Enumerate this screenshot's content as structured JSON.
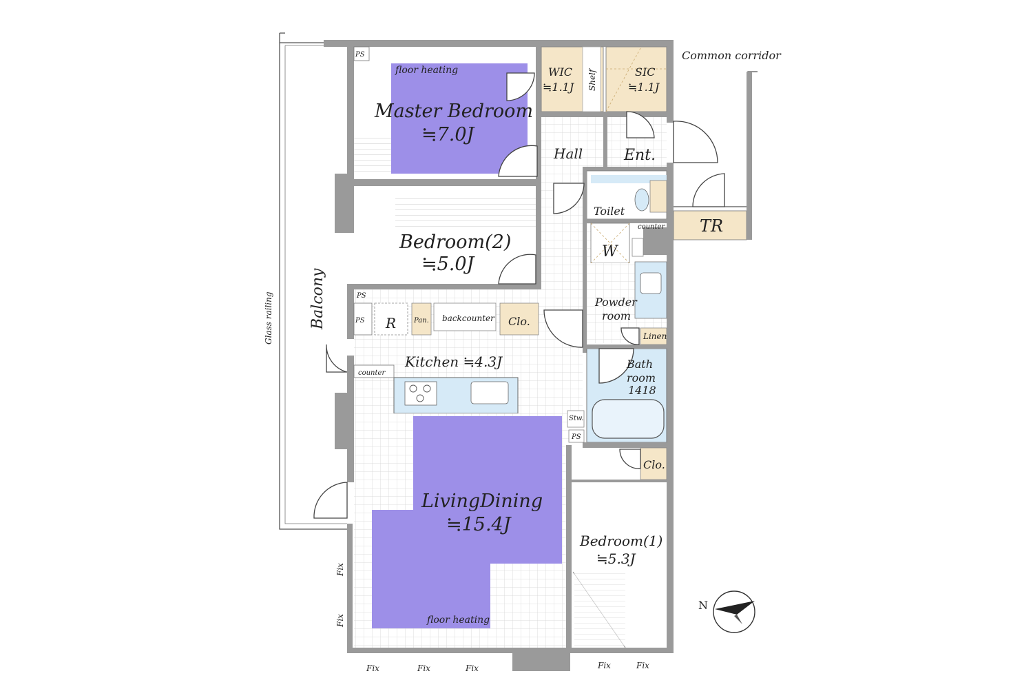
{
  "colors": {
    "highlight": "#9d8fe8",
    "wall": "#9a9a9a",
    "storage": "#f5e6c8",
    "wet_area": "#d6eaf7",
    "tile": "#dcdcdc",
    "outline": "#555555"
  },
  "labels": {
    "common_corridor": "Common corridor",
    "glass_railing": "Glass railing",
    "balcony": "Balcony",
    "floor_heating_master": "floor heating",
    "floor_heating_living": "floor heating",
    "ps": "PS",
    "ps_small": "PS",
    "shelf": "Shelf",
    "counter": "counter",
    "back_counter": "backcounter",
    "fix": "Fix",
    "pantry": "Pan.",
    "refrigerator": "R",
    "washer": "W",
    "storage_sw": "Stw.",
    "compass_n": "N"
  },
  "rooms": {
    "master_bedroom": {
      "name": "Master Bedroom",
      "size": "≒7.0J"
    },
    "wic": {
      "name": "WIC",
      "size": "≒1.1J"
    },
    "sic": {
      "name": "SIC",
      "size": "≒1.1J"
    },
    "hall": {
      "name": "Hall"
    },
    "entrance": {
      "name": "Ent."
    },
    "toilet": {
      "name": "Toilet"
    },
    "tr": {
      "name": "TR"
    },
    "bedroom2": {
      "name": "Bedroom(2)",
      "size": "≒5.0J"
    },
    "powder_room": {
      "line1": "Powder",
      "line2": "room"
    },
    "linen": {
      "name": "Linen"
    },
    "closet_hall": {
      "name": "Clo."
    },
    "closet_bed1": {
      "name": "Clo."
    },
    "kitchen": {
      "name": "Kitchen ≒4.3J"
    },
    "bathroom": {
      "line1": "Bath",
      "line2": "room",
      "line3": "1418"
    },
    "living_dining": {
      "name": "LivingDining",
      "size": "≒15.4J"
    },
    "bedroom1": {
      "name": "Bedroom(1)",
      "size": "≒5.3J"
    }
  }
}
